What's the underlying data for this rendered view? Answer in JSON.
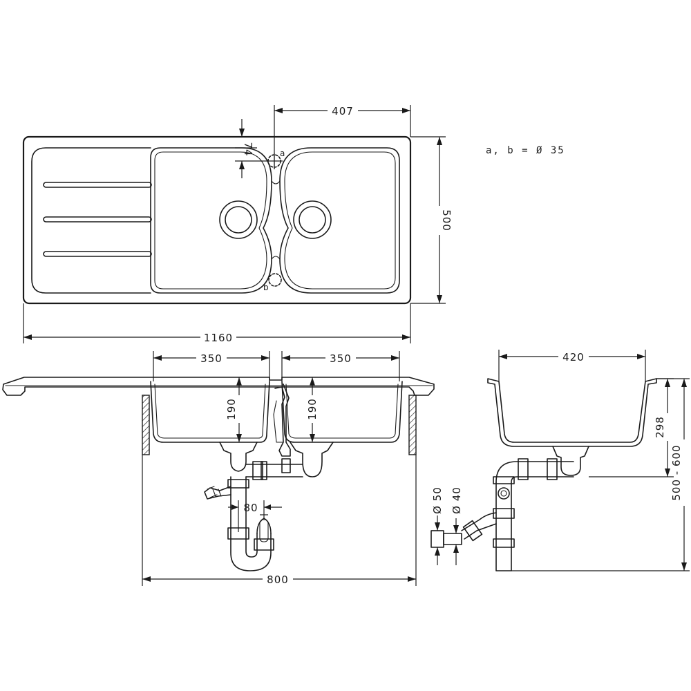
{
  "note": "a, b = Ø 35",
  "top_view": {
    "dim_width": "1160",
    "dim_depth": "500",
    "dim_bowl_offset": "407",
    "dim_tap_offset": "74",
    "label_a": "a",
    "label_b": "b"
  },
  "front_view": {
    "dim_bowl_left_width": "350",
    "dim_bowl_right_width": "350",
    "dim_bowl_left_depth": "190",
    "dim_bowl_right_depth": "190",
    "dim_cabinet": "800",
    "dim_trap": "80"
  },
  "side_view": {
    "dim_bowl_length": "420",
    "dim_height": "298",
    "dim_range": "500 - 600",
    "dim_pipe_outer": "Ø 50",
    "dim_pipe_inner": "Ø 40"
  }
}
